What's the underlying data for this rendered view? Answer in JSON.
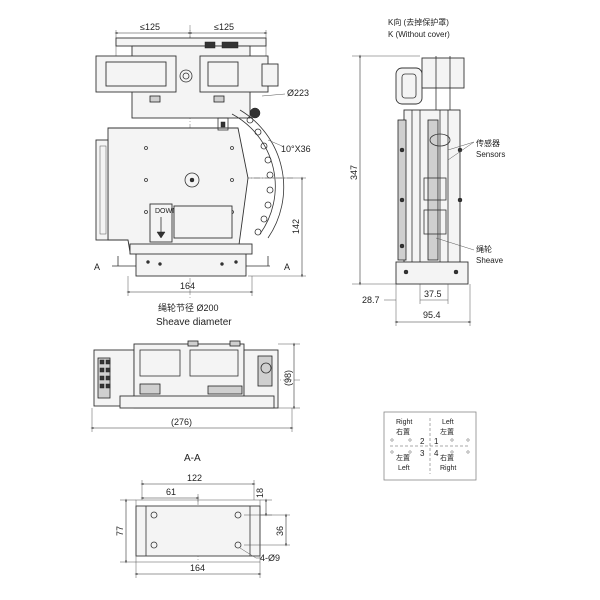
{
  "front_view": {
    "dim_left_width": "≤125",
    "dim_right_width": "≤125",
    "dim_sheave_outer": "Ø223",
    "dim_grooves": "10°X36",
    "dim_height_142": "142",
    "dim_base_width": "164",
    "section_mark_left": "A",
    "section_mark_right": "A",
    "sheave_pitch_cn": "绳轮节径 Ø200",
    "sheave_pitch_en": "Sheave diameter",
    "down_label": "DOWN"
  },
  "side_view": {
    "title_cn": "K向 (去掉保护罩)",
    "title_en": "K (Without cover)",
    "dim_height": "347",
    "sensors_cn": "传感器",
    "sensors_en": "Sensors",
    "sheave_cn": "绳轮",
    "sheave_en": "Sheave",
    "dim_28_7": "28.7",
    "dim_37_5": "37.5",
    "dim_95_4": "95.4"
  },
  "top_view": {
    "dim_depth": "(98)",
    "dim_length": "(276)"
  },
  "section_view": {
    "title": "A-A",
    "dim_122": "122",
    "dim_61": "61",
    "dim_18": "18",
    "dim_77": "77",
    "dim_36": "36",
    "dim_holes": "4-Ø9",
    "dim_164": "164"
  },
  "orientation_box": {
    "top_left_en": "Right",
    "top_left_cn": "右置",
    "top_right_en": "Left",
    "top_right_cn": "左置",
    "bottom_left_cn": "左置",
    "bottom_left_en": "Left",
    "bottom_right_cn": "右置",
    "bottom_right_en": "Right",
    "num_1": "1",
    "num_2": "2",
    "num_3": "3",
    "num_4": "4"
  }
}
